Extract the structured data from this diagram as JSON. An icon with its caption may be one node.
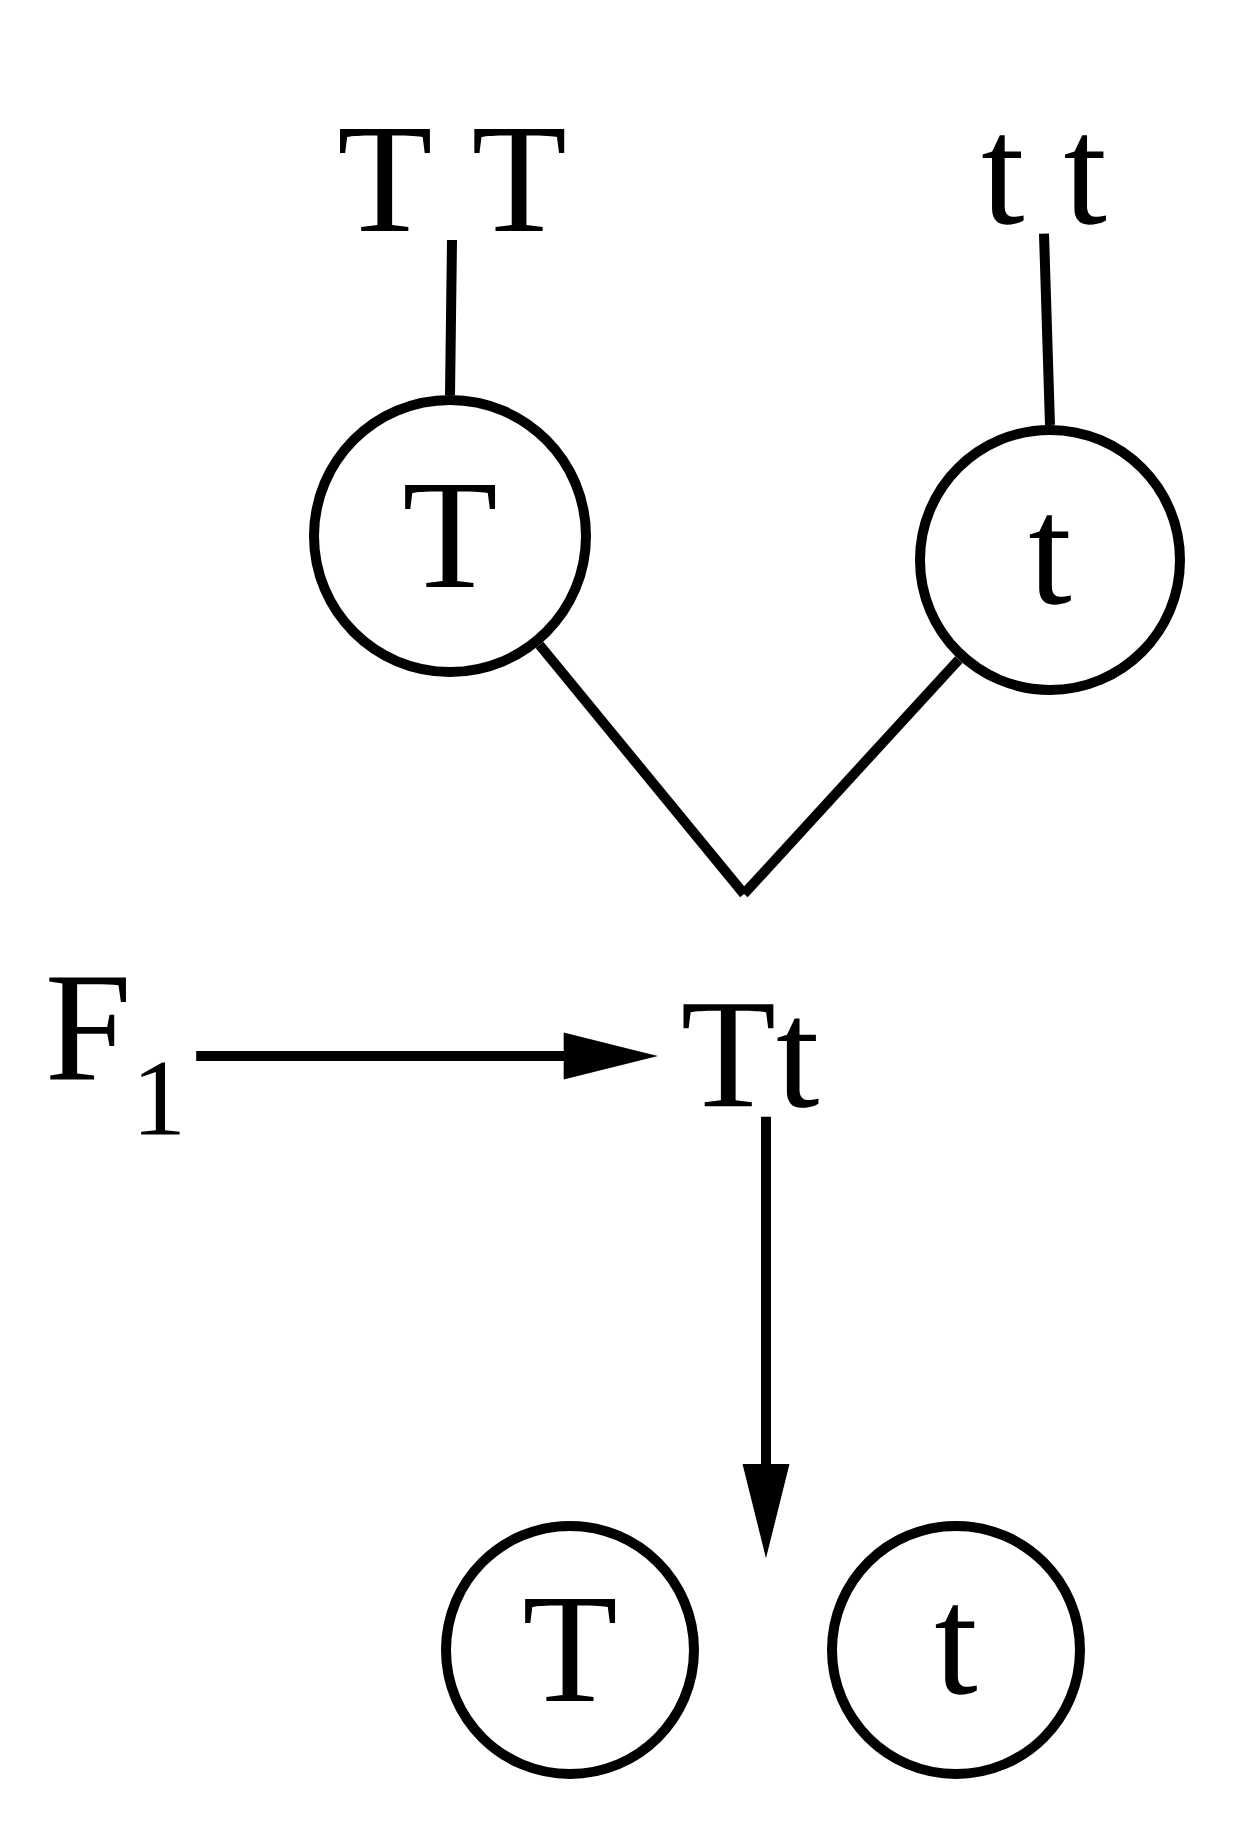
{
  "diagram": {
    "nodes": [
      {
        "text": [
          "T T"
        ]
      },
      {
        "text": [
          "t t"
        ]
      },
      {
        "text": [
          "T"
        ]
      },
      {
        "text": [
          "t"
        ]
      },
      {
        "text": [
          "Tt"
        ]
      },
      {
        "text": [
          "F$_{1}$"
        ]
      },
      {
        "text": [
          "T"
        ]
      },
      {
        "text": [
          "t"
        ]
      }
    ],
    "edges": [
      {
        "from": 0,
        "to": 2,
        "arrow": "none"
      },
      {
        "from": 1,
        "to": 3,
        "arrow": "none"
      },
      {
        "from": 2,
        "to": 4,
        "arrow": "none"
      },
      {
        "from": 3,
        "to": 4,
        "arrow": "none"
      },
      {
        "from": 5,
        "to": 4,
        "arrow": "to"
      },
      {
        "from": 4,
        "to": null,
        "arrow": "to"
      }
    ]
  }
}
